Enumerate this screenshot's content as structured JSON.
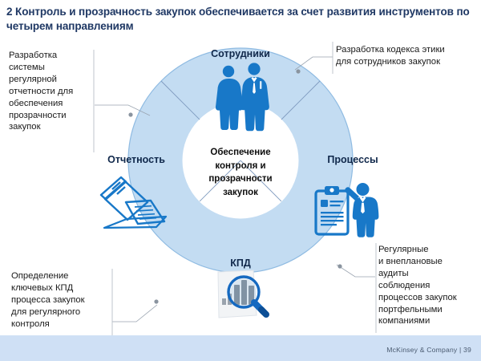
{
  "slide": {
    "number": "2",
    "title": "2 Контроль и прозрачность закупок обеспечивается  за счет развития инструментов по четырем направлениям",
    "background_color": "#ffffff",
    "title_color": "#1f3864"
  },
  "diagram": {
    "type": "donut-cycle",
    "ring_color": "#c3dcf2",
    "ring_border_color": "#8fbbe2",
    "divider_color": "#7f9bbf",
    "center_fill": "#ffffff",
    "icon_color": "#1878c8",
    "center": {
      "lines": [
        "Обеспечение",
        "контроля и",
        "прозрачности",
        "закупок"
      ]
    },
    "segments": [
      {
        "id": "staff",
        "label": "Сотрудники",
        "icon": "two-business-people-icon"
      },
      {
        "id": "processes",
        "label": "Процессы",
        "icon": "clipboard-and-person-icon"
      },
      {
        "id": "kpd",
        "label": "КПД",
        "icon": "chart-magnifier-icon"
      },
      {
        "id": "reporting",
        "label": "Отчетность",
        "icon": "laptop-documents-icon"
      }
    ]
  },
  "callouts": [
    {
      "id": "reporting",
      "text": "Разработка\nсистемы\nрегулярной\nотчетности для\nобеспечения\nпрозрачности\nзакупок"
    },
    {
      "id": "ethics",
      "text": "Разработка кодекса этики\nдля сотрудников закупок"
    },
    {
      "id": "audits",
      "text": "Регулярные\nи внеплановые\nаудиты\nсоблюдения\nпроцессов закупок\nпортфельными\nкомпаниями"
    },
    {
      "id": "kpd",
      "text": "Определение\nключевых КПД\nпроцесса закупок\nдля регулярного\nконтроля"
    }
  ],
  "footer": {
    "brand": "McKinsey & Company",
    "separator": "|",
    "page_number": "39",
    "text": "McKinsey & Company  |  39",
    "bar_color": "#cfe0f5",
    "text_color": "#4a5a70"
  }
}
